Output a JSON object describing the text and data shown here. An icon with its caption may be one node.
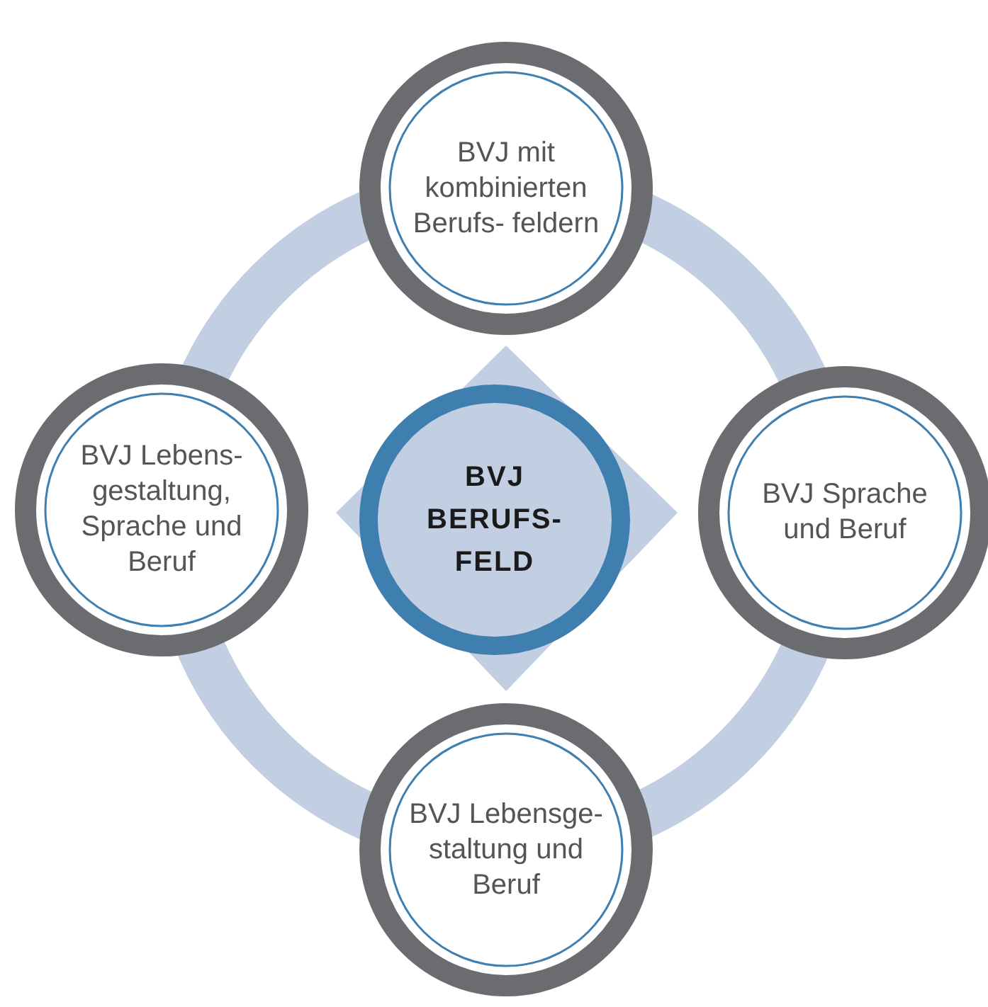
{
  "diagram": {
    "nodes": [
      {
        "text": [
          "BVJ mit kombinierten Berufs- feldern"
        ]
      },
      {
        "text": [
          "BVJ Lebens- gestaltung, Sprache und Beruf"
        ]
      },
      {
        "text": [
          "BVJ BERUFS- FELD"
        ]
      },
      {
        "text": [
          "BVJ Sprache und Beruf"
        ]
      },
      {
        "text": [
          "BVJ Lebensge- staltung und Beruf"
        ]
      }
    ]
  }
}
